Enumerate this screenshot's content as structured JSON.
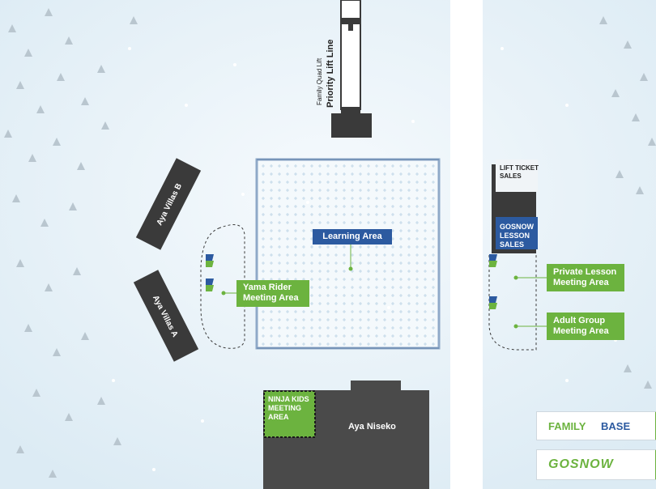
{
  "map": {
    "lift": {
      "name": "Family Quad Lift",
      "sub": "Priority Lift Line"
    },
    "buildings": {
      "villas_b": "Aya Villas B",
      "villas_a": "Aya Villas A",
      "aya_niseko": "Aya Niseko"
    },
    "labels": {
      "learning_area": "Learning Area",
      "yama_rider": "Yama Rider\nMeeting Area",
      "ninja_kids": "NINJA KIDS\nMEETING\nAREA",
      "lift_ticket": "LIFT TICKET\nSALES",
      "gosnow_lesson": "GOSNOW\nLESSON\nSALES",
      "private_lesson": "Private Lesson\nMeeting Area",
      "adult_group": "Adult Group\nMeeting Area"
    },
    "legend": {
      "family": "FAMILY",
      "base": "BASE",
      "gosnow": "GOSNOW"
    },
    "colors": {
      "green": "#6cb33f",
      "blue": "#2c5aa0",
      "building": "#3a3a3a",
      "snow": "#e9f3f9"
    }
  }
}
